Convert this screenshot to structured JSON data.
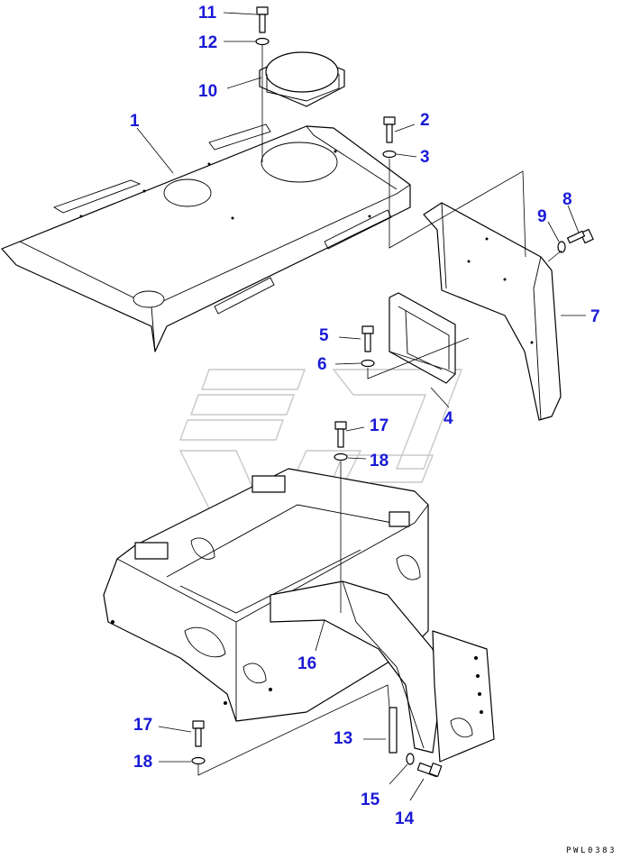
{
  "callouts": [
    {
      "id": "c1",
      "label": "1"
    },
    {
      "id": "c2",
      "label": "2"
    },
    {
      "id": "c3",
      "label": "3"
    },
    {
      "id": "c4",
      "label": "4"
    },
    {
      "id": "c5",
      "label": "5"
    },
    {
      "id": "c6",
      "label": "6"
    },
    {
      "id": "c7",
      "label": "7"
    },
    {
      "id": "c8",
      "label": "8"
    },
    {
      "id": "c9",
      "label": "9"
    },
    {
      "id": "c10",
      "label": "10"
    },
    {
      "id": "c11",
      "label": "11"
    },
    {
      "id": "c12",
      "label": "12"
    },
    {
      "id": "c13",
      "label": "13"
    },
    {
      "id": "c14",
      "label": "14"
    },
    {
      "id": "c15",
      "label": "15"
    },
    {
      "id": "c16",
      "label": "16"
    },
    {
      "id": "c17a",
      "label": "17"
    },
    {
      "id": "c17b",
      "label": "17"
    },
    {
      "id": "c18a",
      "label": "18"
    },
    {
      "id": "c18b",
      "label": "18"
    }
  ],
  "drawing_code": "PWL0383",
  "colors": {
    "callout": "#1a1ad6",
    "line": "#000000",
    "watermark": "#c8c8c8"
  }
}
